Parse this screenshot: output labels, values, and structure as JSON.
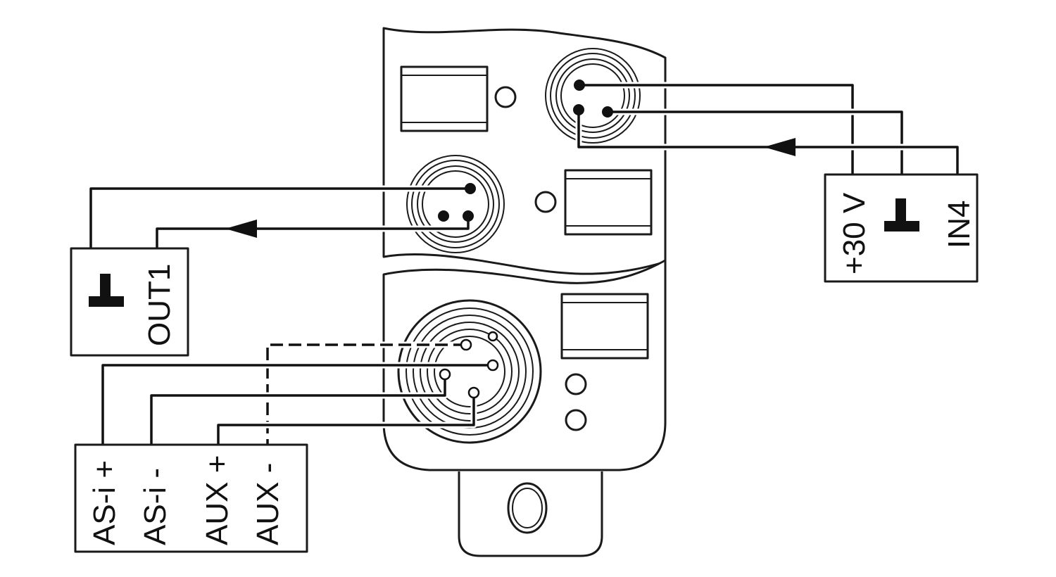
{
  "diagram": {
    "terminals": {
      "right_block": {
        "supply_label": "+30 V",
        "input_label": "IN4"
      },
      "left_top_block": {
        "output_label": "OUT1"
      },
      "bottom_block": {
        "asi_plus_label": "AS-i +",
        "asi_minus_label": "AS-i -",
        "aux_plus_label": "AUX +",
        "aux_minus_label": "AUX -"
      }
    },
    "symbols": [
      "ground-symbol",
      "arrow-icon"
    ],
    "colors": {
      "line": "#111111",
      "background": "#ffffff"
    }
  }
}
